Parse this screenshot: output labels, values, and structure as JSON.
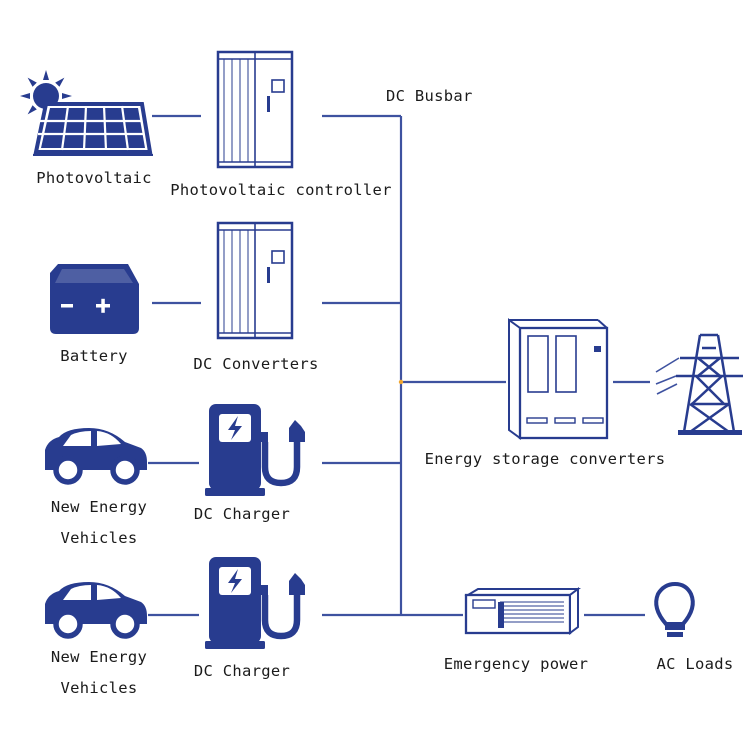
{
  "labels": {
    "busbar": "DC Busbar",
    "photovoltaic": "Photovoltaic",
    "pv_controller": "Photovoltaic controller",
    "battery": "Battery",
    "dc_converters": "DC Converters",
    "nev_1": [
      "New Energy",
      "Vehicles"
    ],
    "dc_charger_1": "DC Charger",
    "nev_2": [
      "New Energy",
      "Vehicles"
    ],
    "dc_charger_2": "DC Charger",
    "storage_converters": "Energy storage converters",
    "emergency_power": "Emergency power",
    "ac_loads": "AC Loads"
  },
  "colors": {
    "icon_blue": "#283c8f",
    "line_blue": "#3e52a0",
    "text": "#1b1b1b",
    "junction": "#f0a630"
  },
  "icons": [
    "sun-icon",
    "solar-panel-icon",
    "cabinet-icon",
    "battery-icon",
    "car-icon",
    "charger-icon",
    "converter-icon",
    "transmission-tower-icon",
    "psu-icon",
    "light-bulb-icon"
  ]
}
